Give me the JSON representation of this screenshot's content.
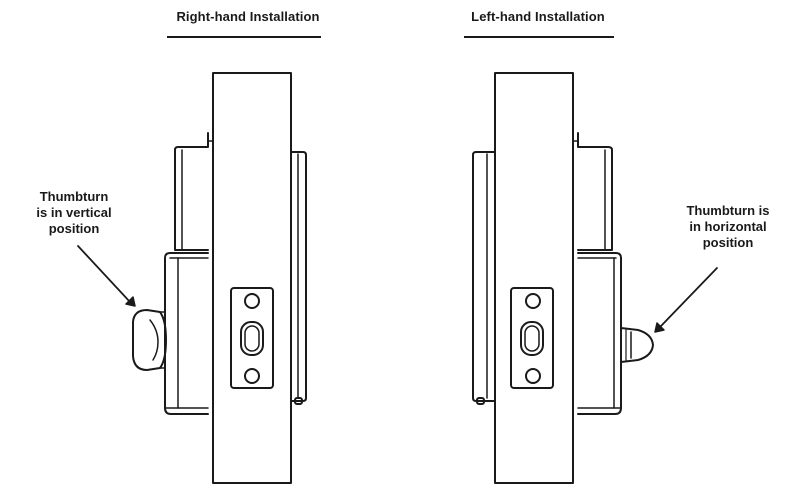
{
  "left_panel": {
    "heading": "Right-hand Installation",
    "callout_lines": [
      "Thumbturn",
      "is in vertical",
      "position"
    ]
  },
  "right_panel": {
    "heading": "Left-hand Installation",
    "callout_lines": [
      "Thumbturn is",
      "in horizontal",
      "position"
    ]
  },
  "colors": {
    "line": "#1a1a1a",
    "background": "#ffffff"
  }
}
